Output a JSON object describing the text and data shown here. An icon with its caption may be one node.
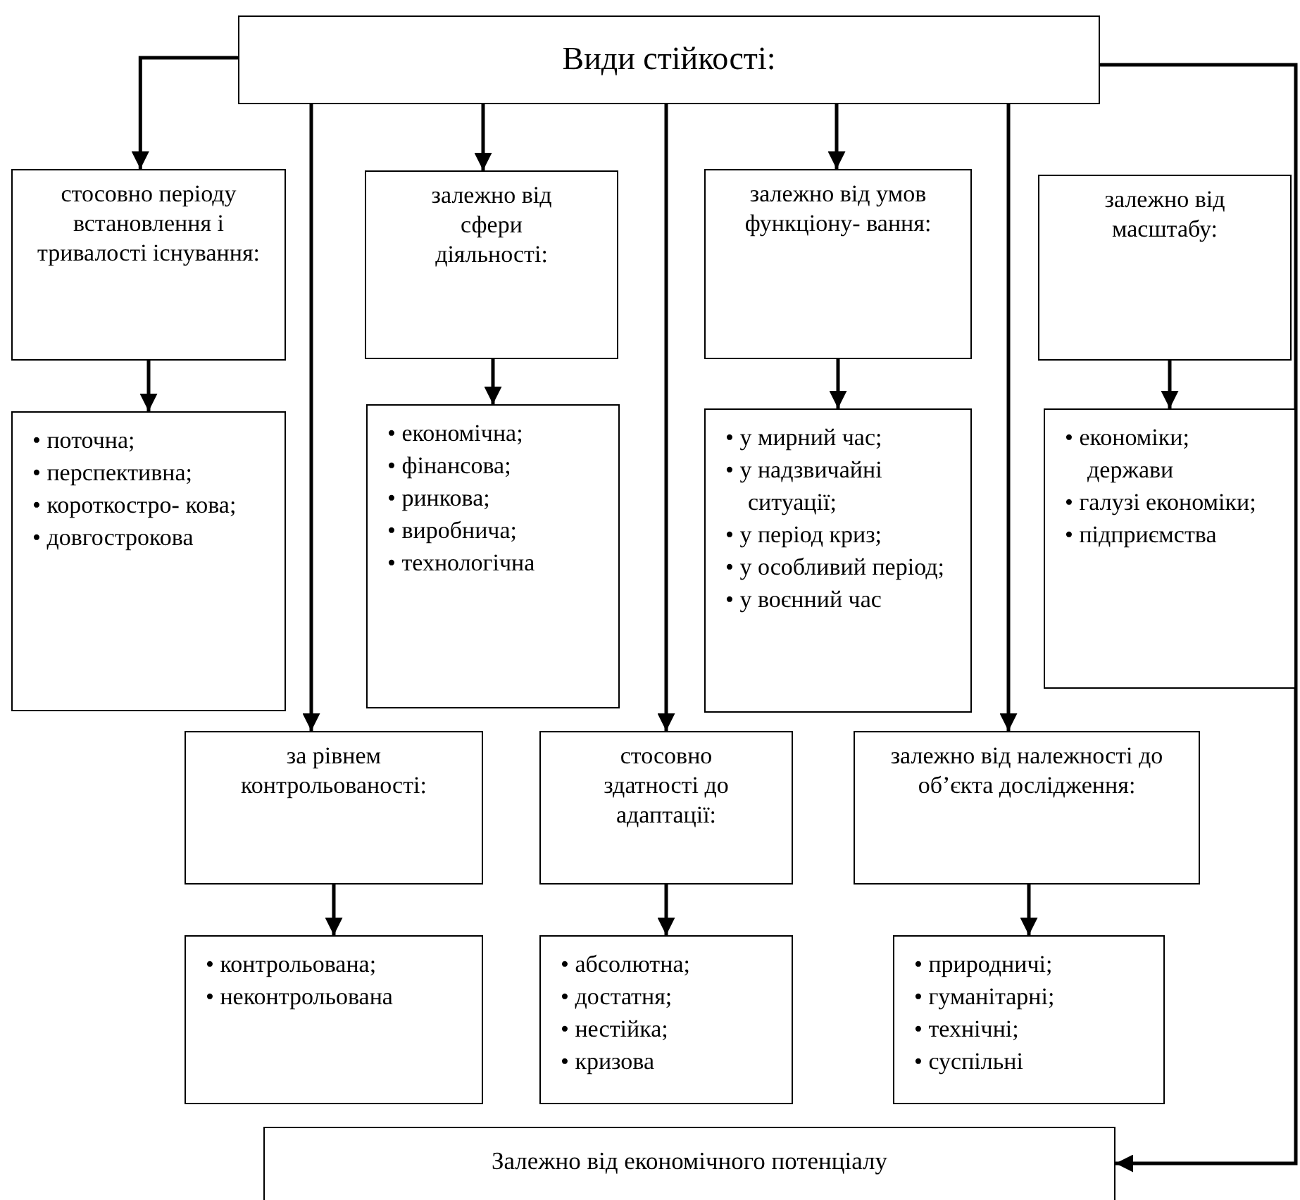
{
  "diagram": {
    "nodes": [
      {
        "text": [
          "Види стійкості:"
        ]
      },
      {
        "text": [
          "стосовно періоду встановлення і тривалості існування:"
        ]
      },
      {
        "text": [
          "залежно від сфери діяльності:"
        ]
      },
      {
        "text": [
          "залежно від умов функціону- вання:"
        ]
      },
      {
        "text": [
          "залежно від масштабу:"
        ]
      },
      {
        "text": [
          "• поточна;",
          "• перспективна;",
          "• короткостро- кова;",
          "• довгострокова"
        ]
      },
      {
        "text": [
          "• економічна;",
          "• фінансова;",
          "• ринкова;",
          "• виробнича;",
          "• технологічна"
        ]
      },
      {
        "text": [
          "• у мирний час;",
          "• у надзвичайні ситуації;",
          "• у період криз;",
          "• у особливий період;",
          "• у воєнний час"
        ]
      },
      {
        "text": [
          "• економіки; держави",
          "• галузі економіки;",
          "• підприємства"
        ]
      },
      {
        "text": [
          "за рівнем контрольованості:"
        ]
      },
      {
        "text": [
          "стосовно здатності до адаптації:"
        ]
      },
      {
        "text": [
          "залежно від належності до об’єкта дослідження:"
        ]
      },
      {
        "text": [
          "• контрольована;",
          "• неконтрольована"
        ]
      },
      {
        "text": [
          "• абсолютна;",
          "• достатня;",
          "• нестійка;",
          "• кризова"
        ]
      },
      {
        "text": [
          "• природничі;",
          "• гуманітарні;",
          "• технічні;",
          "• суспільні"
        ]
      },
      {
        "text": [
          "Залежно від економічного потенціалу"
        ]
      }
    ],
    "edges": [
      {
        "from": 0,
        "to": 1,
        "arrow": "to"
      },
      {
        "from": 0,
        "to": 9,
        "arrow": "to"
      },
      {
        "from": 0,
        "to": 2,
        "arrow": "to"
      },
      {
        "from": 0,
        "to": 10,
        "arrow": "to"
      },
      {
        "from": 0,
        "to": 3,
        "arrow": "to"
      },
      {
        "from": 0,
        "to": 11,
        "arrow": "to"
      },
      {
        "from": 0,
        "to": 15,
        "arrow": "to"
      },
      {
        "from": 1,
        "to": 5,
        "arrow": "to"
      },
      {
        "from": 2,
        "to": 6,
        "arrow": "to"
      },
      {
        "from": 3,
        "to": 7,
        "arrow": "to"
      },
      {
        "from": 4,
        "to": 8,
        "arrow": "to"
      },
      {
        "from": 9,
        "to": 12,
        "arrow": "to"
      },
      {
        "from": 10,
        "to": 13,
        "arrow": "to"
      },
      {
        "from": 11,
        "to": 14,
        "arrow": "to"
      }
    ]
  }
}
